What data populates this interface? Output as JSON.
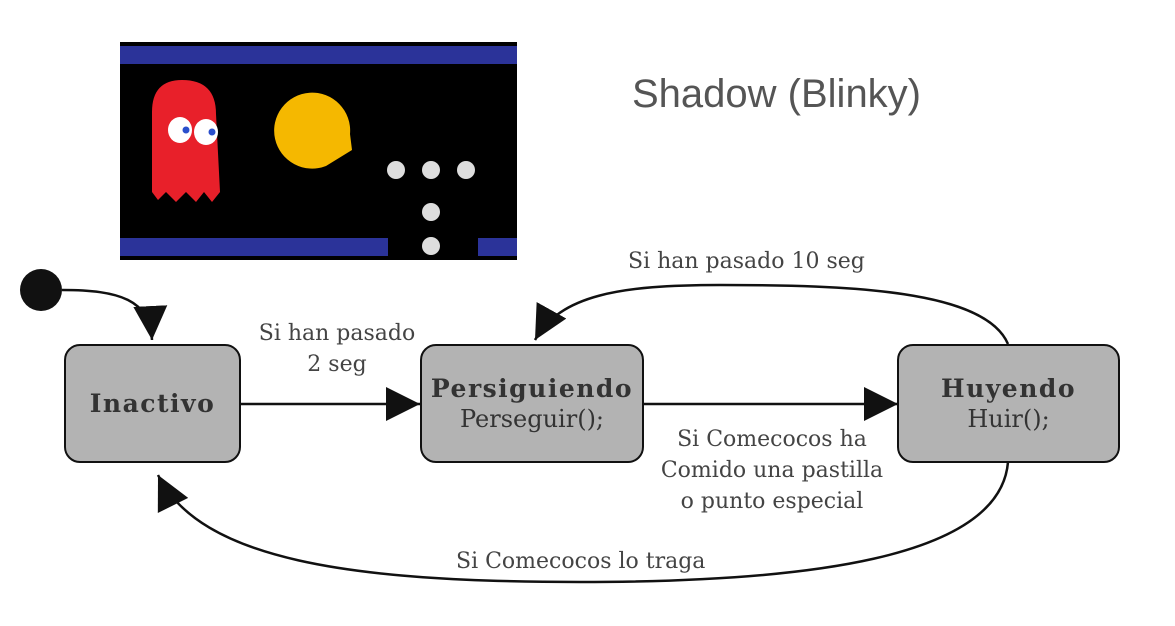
{
  "title": "Shadow (Blinky)",
  "game_image": {
    "icons": [
      "ghost-icon",
      "pacman-icon",
      "pellet-icon"
    ],
    "colors": {
      "background": "#000000",
      "wall": "#2b3399",
      "ghost": "#e8202a",
      "pacman": "#f5b800",
      "pellet": "#dddddd"
    }
  },
  "states": {
    "inactivo": {
      "name": "Inactivo",
      "action": ""
    },
    "persiguiendo": {
      "name": "Persiguiendo",
      "action": "Perseguir();"
    },
    "huyendo": {
      "name": "Huyendo",
      "action": "Huir();"
    }
  },
  "transitions": {
    "inactivo_to_persiguiendo": {
      "line1": "Si han pasado",
      "line2": "2 seg"
    },
    "huyendo_to_persiguiendo": {
      "text": "Si han pasado 10 seg"
    },
    "persiguiendo_to_huyendo": {
      "line1": "Si Comecocos ha",
      "line2": "Comido una pastilla",
      "line3": "o punto especial"
    },
    "huyendo_to_inactivo": {
      "text": "Si Comecocos lo traga"
    }
  },
  "colors": {
    "state_fill": "#b3b3b3",
    "stroke": "#111111"
  }
}
